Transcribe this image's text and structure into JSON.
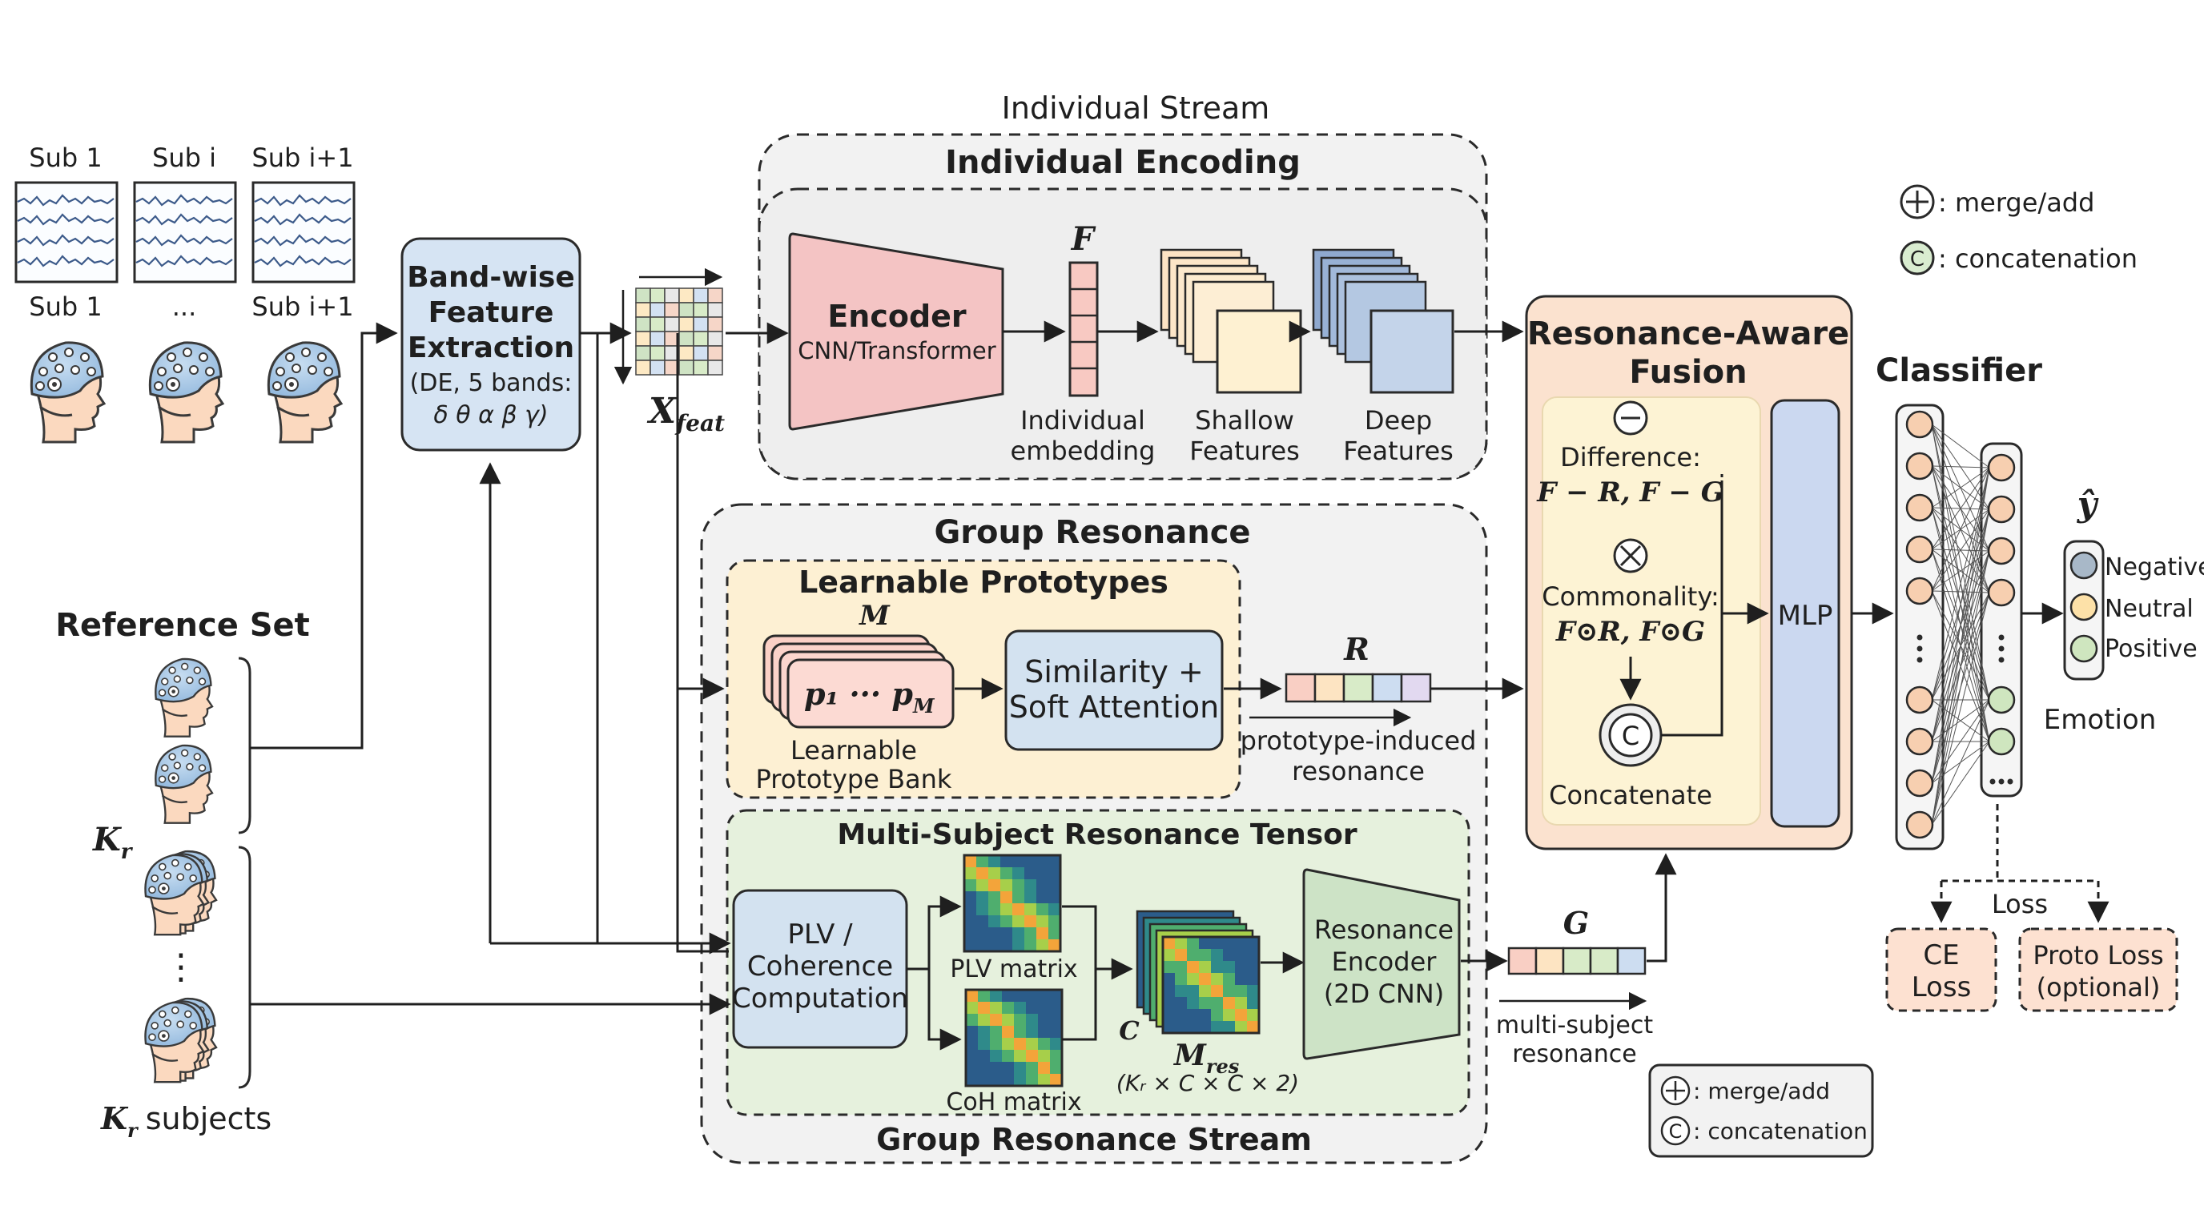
{
  "subjects": {
    "eeg_labels": [
      "Sub 1",
      "Sub i",
      "Sub i+1"
    ],
    "head_labels": [
      "Sub 1",
      "...",
      "Sub i+1"
    ]
  },
  "reference": {
    "title": "Reference Set",
    "kr": "K",
    "kr_sub": "r",
    "kr_subjects": "subjects"
  },
  "bandwise": {
    "lines": [
      "Band-wise",
      "Feature",
      "Extraction",
      "(DE, 5 bands:",
      "δ θ α β γ)"
    ]
  },
  "xfeat": {
    "label": "X",
    "sub": "feat"
  },
  "individual_stream": {
    "title": "Individual Stream",
    "encoding_title": "Individual Encoding",
    "encoder_title": "Encoder",
    "encoder_sub": "CNN/Transformer",
    "f_label": "F",
    "emb_label": [
      "Individual",
      "embedding"
    ],
    "shallow_label": [
      "Shallow",
      "Features"
    ],
    "deep_label": [
      "Deep",
      "Features"
    ]
  },
  "group_resonance": {
    "title": "Group Resonance",
    "proto_title": "Learnable Prototypes",
    "m_label": "M",
    "proto_text": "p₁ ··· p",
    "proto_sub": "M",
    "proto_bank": [
      "Learnable",
      "Prototype Bank"
    ],
    "similarity": [
      "Similarity +",
      "Soft Attention"
    ],
    "r_label": "R",
    "proto_res": [
      "prototype-induced",
      "resonance"
    ],
    "tensor_title": "Multi-Subject Resonance Tensor",
    "plv": [
      "PLV /",
      "Coherence",
      "Computation"
    ],
    "plv_matrix": "PLV matrix",
    "coh_matrix": "CoH matrix",
    "c_label": "C",
    "mres_label": "M",
    "mres_sub": "res",
    "mres_dims": "(Kᵣ × C × C × 2)",
    "res_encoder": [
      "Resonance",
      "Encoder",
      "(2D CNN)"
    ],
    "g_label": "G",
    "multi_res": [
      "multi-subject",
      "resonance"
    ],
    "stream_title": "Group Resonance Stream"
  },
  "fusion": {
    "title": [
      "Resonance-Aware",
      "Fusion"
    ],
    "difference": "Difference:",
    "diff_expr": "F − R, F − G",
    "commonality": "Commonality:",
    "comm_expr": "F⊙R, F⊙G",
    "concatenate": "Concatenate",
    "mlp": "MLP"
  },
  "classifier": {
    "title": "Classifier",
    "yhat": "ŷ",
    "outputs": [
      "Negative",
      "Neutral",
      "Positive"
    ],
    "emotion": "Emotion",
    "loss": "Loss",
    "ce_loss": [
      "CE",
      "Loss"
    ],
    "proto_loss": [
      "Proto Loss",
      "(optional)"
    ]
  },
  "legend_top": {
    "merge": ": merge/add",
    "concat": ": concatenation"
  },
  "legend_bottom": {
    "merge": ": merge/add",
    "concat": ": concatenation"
  },
  "colors": {
    "encoder": "#f4c4c4",
    "band": "#d6e4f3",
    "proto_bg": "#fdf0d3",
    "tensor_bg": "#e6f1dd",
    "fusion_bg": "#fbe2cf",
    "fusion_inner": "#fdf3d4",
    "mlp": "#cbd8f0",
    "loss_bg": "#fde1d1",
    "dashed_panel": "#eeeeee"
  }
}
